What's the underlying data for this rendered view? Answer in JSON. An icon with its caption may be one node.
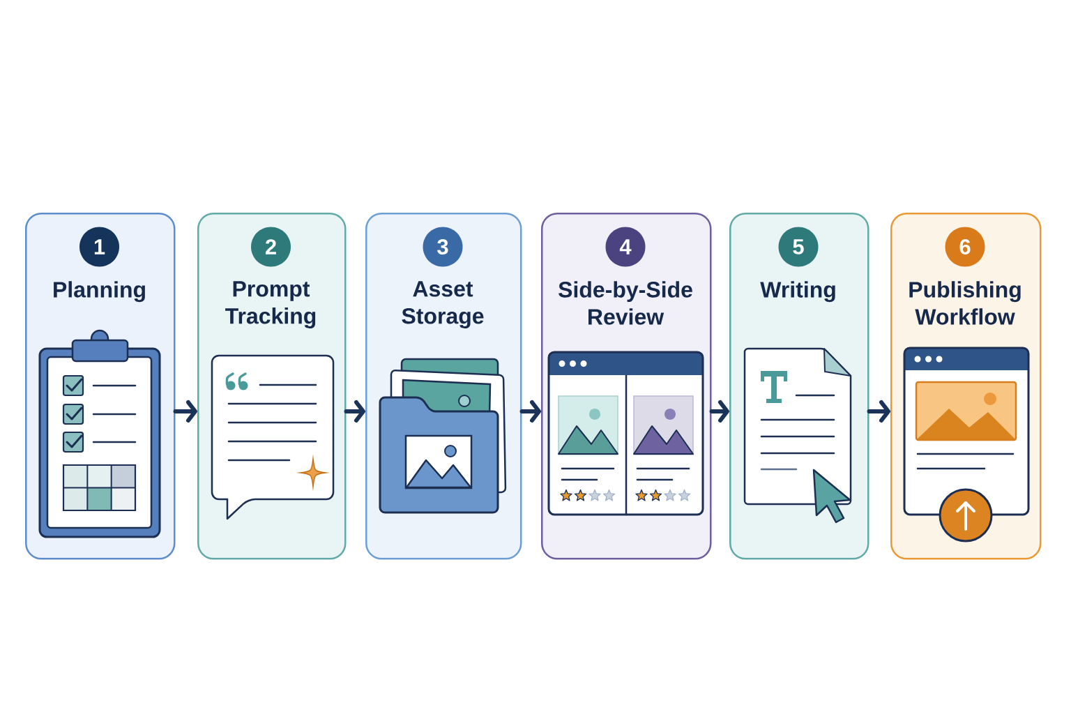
{
  "diagram": {
    "nodes": [
      {
        "text": [
          "Planning"
        ]
      },
      {
        "text": [
          "1"
        ],
        "in": 0
      },
      {
        "text": [
          "Prompt Tracking"
        ]
      },
      {
        "text": [
          "2"
        ],
        "in": 2
      },
      {
        "text": [
          "Asset Storage"
        ]
      },
      {
        "text": [
          "3"
        ],
        "in": 4
      },
      {
        "text": [
          "Side-by-Side Review"
        ]
      },
      {
        "text": [
          "4"
        ],
        "in": 6
      },
      {
        "text": [
          "Writing"
        ]
      },
      {
        "text": [
          "5"
        ],
        "in": 8
      },
      {
        "text": [
          "Publishing Workflow"
        ]
      },
      {
        "text": [
          "6"
        ],
        "in": 10
      }
    ],
    "edges": [
      {
        "from": 0,
        "to": 2,
        "arrow": "to"
      },
      {
        "from": 2,
        "to": 4,
        "arrow": "to"
      },
      {
        "from": 4,
        "to": 6,
        "arrow": "to"
      },
      {
        "from": 6,
        "to": 8,
        "arrow": "to"
      },
      {
        "from": 8,
        "to": 10,
        "arrow": "to"
      }
    ]
  }
}
